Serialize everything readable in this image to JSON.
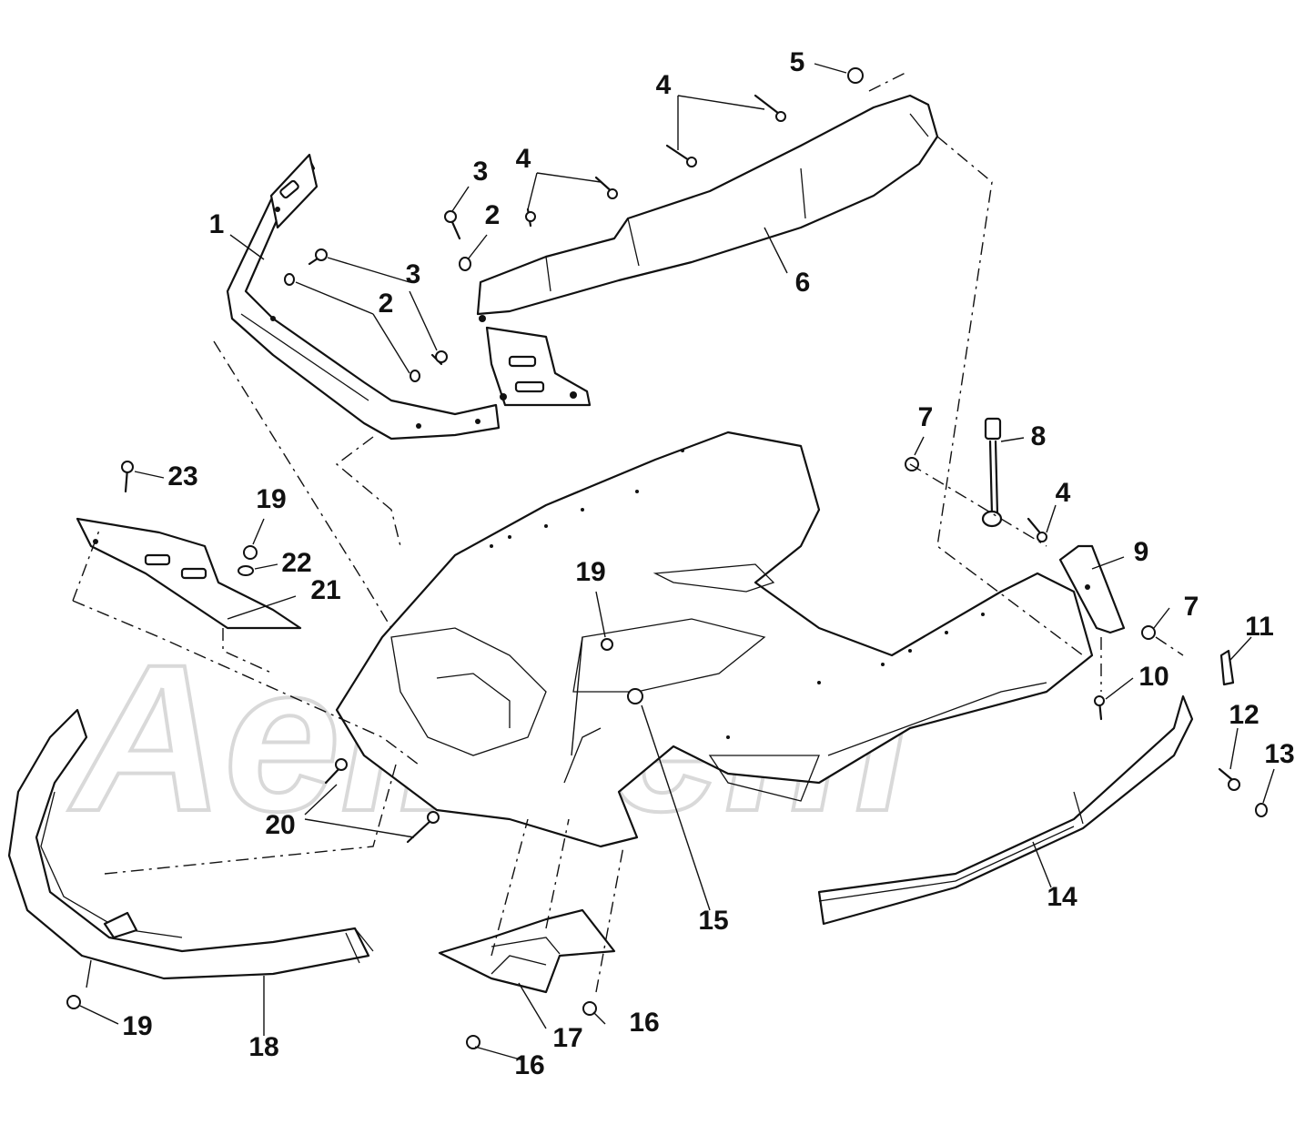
{
  "diagram": {
    "watermark": "AeiHlem",
    "callouts": [
      {
        "id": "c1",
        "label": "1"
      },
      {
        "id": "c2a",
        "label": "2"
      },
      {
        "id": "c2b",
        "label": "2"
      },
      {
        "id": "c3a",
        "label": "3"
      },
      {
        "id": "c3b",
        "label": "3"
      },
      {
        "id": "c4a",
        "label": "4"
      },
      {
        "id": "c4b",
        "label": "4"
      },
      {
        "id": "c4c",
        "label": "4"
      },
      {
        "id": "c5",
        "label": "5"
      },
      {
        "id": "c6",
        "label": "6"
      },
      {
        "id": "c7a",
        "label": "7"
      },
      {
        "id": "c7b",
        "label": "7"
      },
      {
        "id": "c8",
        "label": "8"
      },
      {
        "id": "c9",
        "label": "9"
      },
      {
        "id": "c10",
        "label": "10"
      },
      {
        "id": "c11",
        "label": "11"
      },
      {
        "id": "c12",
        "label": "12"
      },
      {
        "id": "c13",
        "label": "13"
      },
      {
        "id": "c14",
        "label": "14"
      },
      {
        "id": "c15",
        "label": "15"
      },
      {
        "id": "c16a",
        "label": "16"
      },
      {
        "id": "c16b",
        "label": "16"
      },
      {
        "id": "c17",
        "label": "17"
      },
      {
        "id": "c18",
        "label": "18"
      },
      {
        "id": "c19a",
        "label": "19"
      },
      {
        "id": "c19b",
        "label": "19"
      },
      {
        "id": "c19c",
        "label": "19"
      },
      {
        "id": "c20",
        "label": "20"
      },
      {
        "id": "c21",
        "label": "21"
      },
      {
        "id": "c22",
        "label": "22"
      },
      {
        "id": "c23",
        "label": "23"
      }
    ]
  }
}
